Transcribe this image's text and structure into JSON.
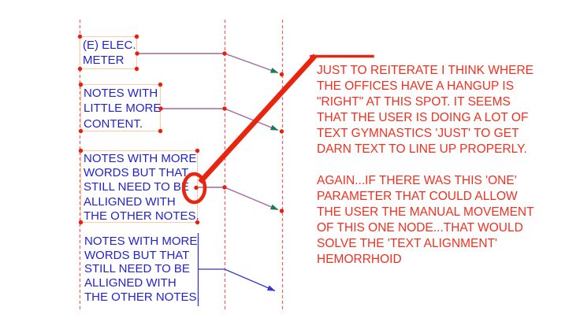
{
  "colors": {
    "background": "#FFFFFF",
    "note_text_blue": "#2323CE",
    "note_border": "#FFC9A2",
    "guide_dashed_red": "#FF5A5A",
    "leader_selected_purple": "#A5689F",
    "leader_arrowhead_teal": "#1C7A58",
    "grip_red": "#EE1D0D",
    "markup_red": "#E8250E",
    "annotation_text_red": "#F23020",
    "leader_blue": "#3535D1"
  },
  "notes": [
    {
      "text": "(E) ELEC.\nMETER",
      "selected": true
    },
    {
      "text": "NOTES WITH\nLITTLE MORE\nCONTENT.",
      "selected": true
    },
    {
      "text": "NOTES WITH MORE\nWORDS BUT THAT\nSTILL NEED TO BE\nALLIGNED WITH\nTHE OTHER NOTES.",
      "selected": true
    },
    {
      "text": "NOTES WITH MORE\nWORDS BUT THAT\nSTILL NEED TO BE\nALLIGNED WITH\nTHE OTHER NOTES.",
      "selected": false
    }
  ],
  "annotation": {
    "text": "JUST TO REITERATE I THINK WHERE\nTHE OFFICES HAVE A HANGUP IS\n\"RIGHT\" AT THIS SPOT. IT SEEMS\nTHAT THE USER IS DOING A LOT OF\nTEXT GYMNASTICS 'JUST' TO GET\nDARN TEXT TO LINE UP PROPERLY.\n\nAGAIN...IF THERE WAS THIS 'ONE'\nPARAMETER THAT COULD ALLOW\nTHE USER THE MANUAL MOVEMENT\nOF THIS ONE NODE...THAT WOULD\nSOLVE THE 'TEXT ALIGNMENT'\nHEMORRHOID"
  }
}
